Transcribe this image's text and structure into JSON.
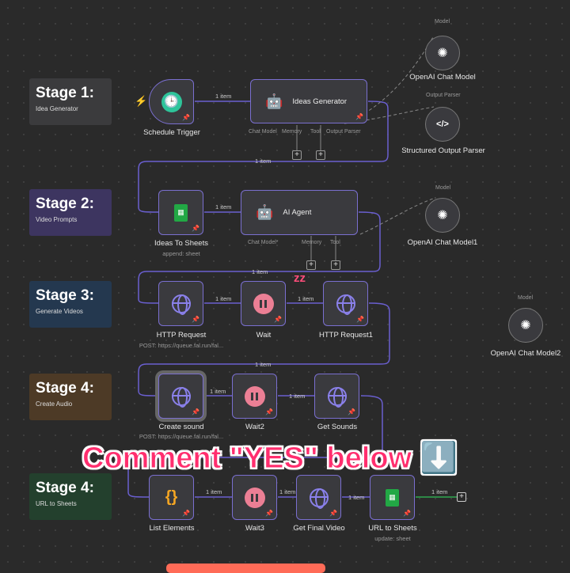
{
  "stages": [
    {
      "title": "Stage 1:",
      "subtitle": "Idea Generator",
      "color": "#3b3b3d"
    },
    {
      "title": "Stage 2:",
      "subtitle": "Video Prompts",
      "color": "#3d3560"
    },
    {
      "title": "Stage 3:",
      "subtitle": "Generate Videos",
      "color": "#24384f"
    },
    {
      "title": "Stage 4:",
      "subtitle": "Create Audio",
      "color": "#4d3a26"
    },
    {
      "title": "Stage 4:",
      "subtitle": "URL to Sheets",
      "color": "#23402d"
    }
  ],
  "nodes": {
    "schedule": {
      "label": "Schedule Trigger",
      "icon": "clock-icon"
    },
    "ideas": {
      "label": "Ideas Generator",
      "icon": "robot-icon",
      "ports": [
        "Chat Model",
        "Memory",
        "Tool",
        "Output Parser"
      ]
    },
    "chat_model": {
      "label": "OpenAI Chat Model",
      "port": "Model"
    },
    "parser": {
      "label": "Structured Output Parser",
      "port": "Output Parser"
    },
    "ideas_sheets": {
      "label": "Ideas To Sheets",
      "sub": "append: sheet"
    },
    "agent": {
      "label": "AI Agent",
      "ports": [
        "Chat Model*",
        "Memory",
        "Tool"
      ]
    },
    "chat_model1": {
      "label": "OpenAI Chat Model1",
      "port": "Model"
    },
    "http": {
      "label": "HTTP Request",
      "sub": "POST: https://queue.fal.run/fal..."
    },
    "wait": {
      "label": "Wait"
    },
    "http1": {
      "label": "HTTP Request1"
    },
    "chat_model2": {
      "label": "OpenAI Chat Model2",
      "port": "Model"
    },
    "create_sound": {
      "label": "Create sound",
      "sub": "POST: https://queue.fal.run/fal..."
    },
    "wait2": {
      "label": "Wait2"
    },
    "get_sounds": {
      "label": "Get Sounds"
    },
    "list": {
      "label": "List Elements"
    },
    "wait3": {
      "label": "Wait3"
    },
    "final_video": {
      "label": "Get Final Video"
    },
    "url_sheets": {
      "label": "URL to Sheets",
      "sub": "update: sheet"
    }
  },
  "edge_label": "1 item",
  "sleep_icon": "zz",
  "banner": "Comment \"YES\" below ⬇️",
  "colors": {
    "accent": "#7a6fd0",
    "banner": "#ff2e6e",
    "success": "#2fa84f"
  }
}
